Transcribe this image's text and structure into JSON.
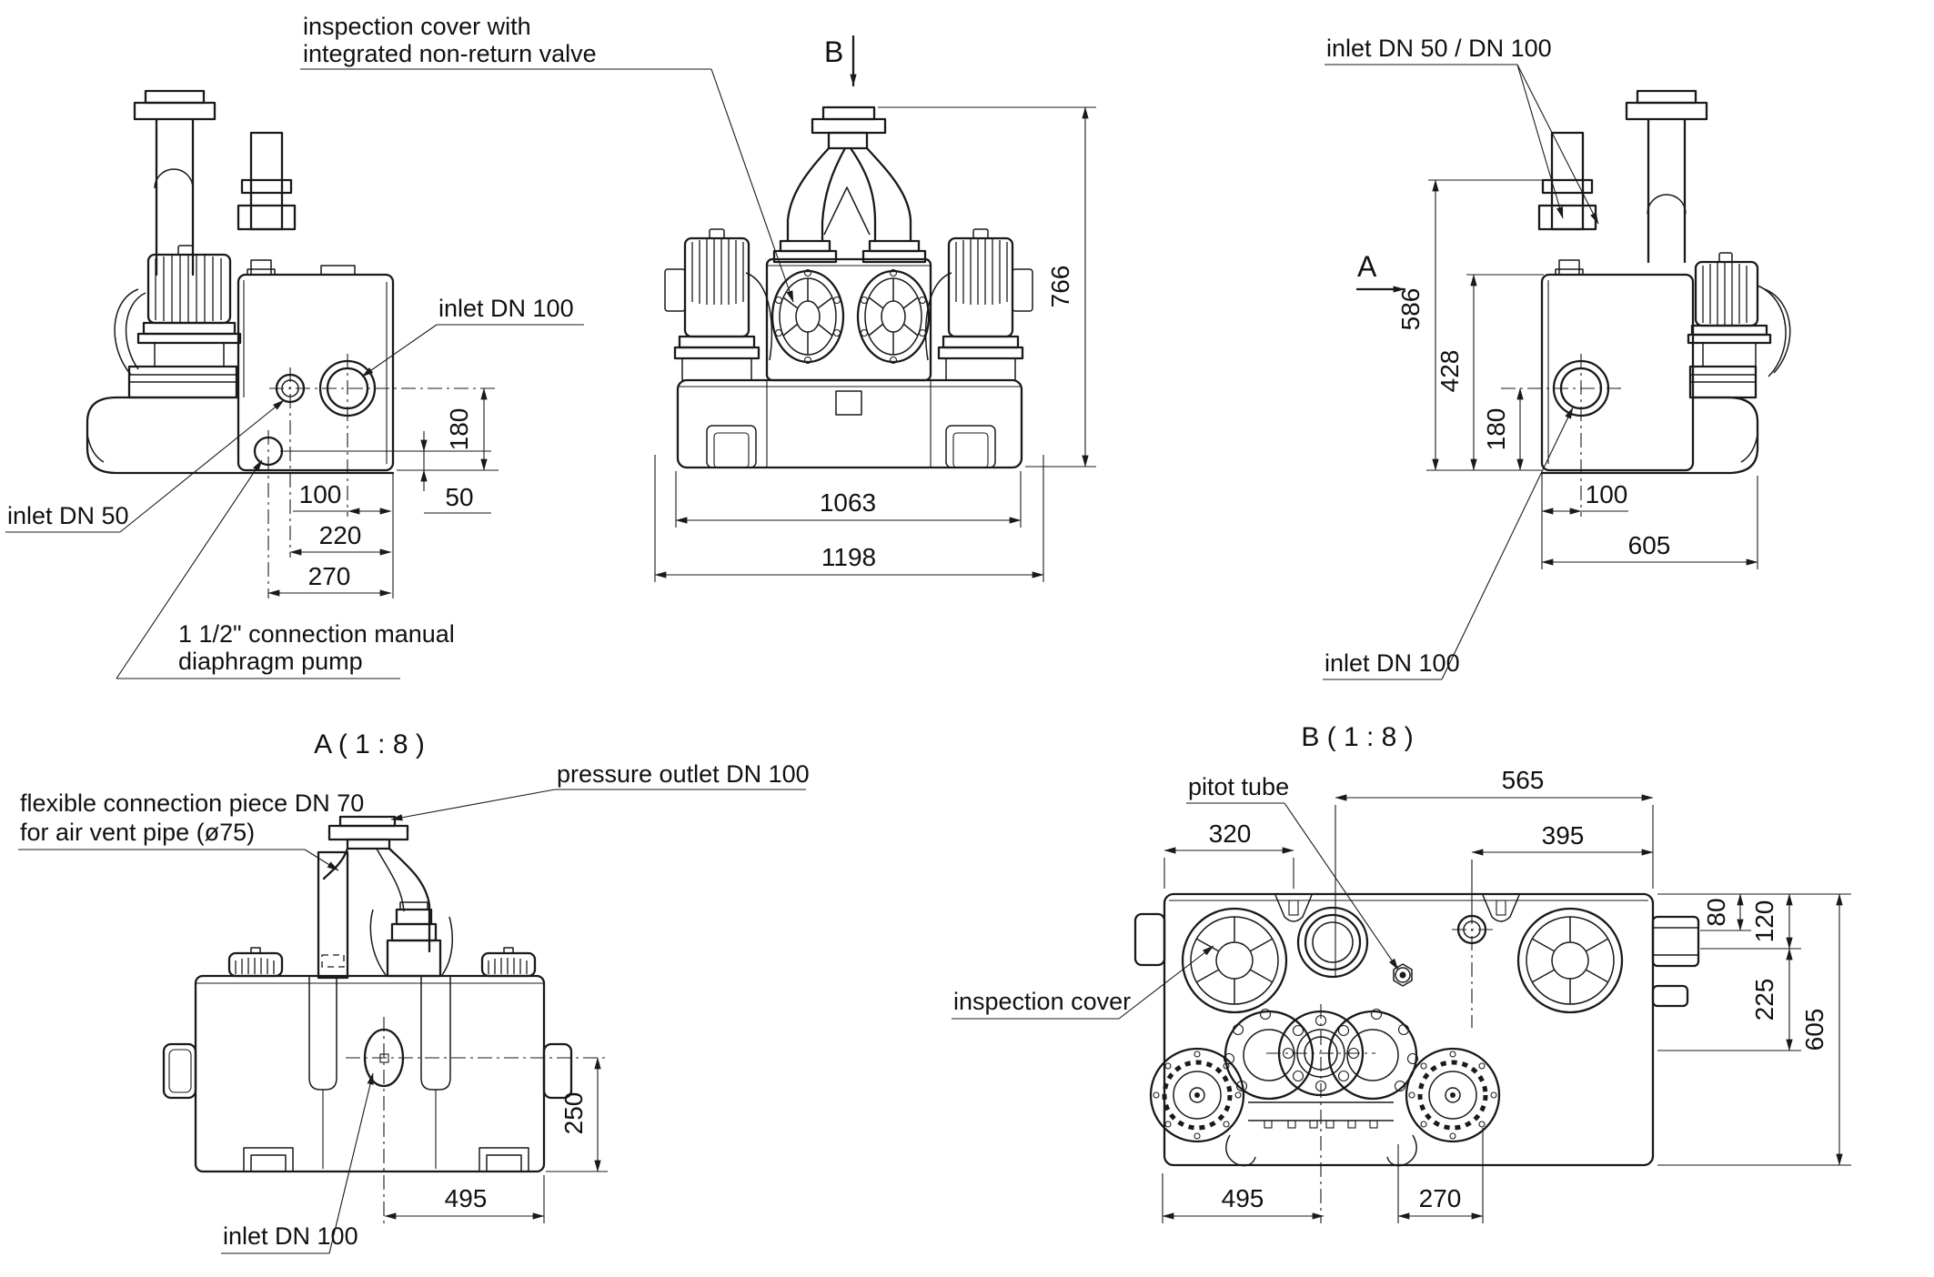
{
  "colors": {
    "line": "#1a1a1a",
    "background": "#ffffff"
  },
  "views": {
    "top_left": {
      "label_inlet_dn100": "inlet DN 100",
      "label_inlet_dn50": "inlet DN 50",
      "label_diaphragm_line1": "1 1/2\" connection manual",
      "label_diaphragm_line2": "diaphragm pump",
      "dim_180": "180",
      "dim_50": "50",
      "dim_100": "100",
      "dim_220": "220",
      "dim_270": "270"
    },
    "front": {
      "note_line1": "inspection cover with",
      "note_line2": "integrated non-return valve",
      "section_b": "B",
      "dim_766": "766",
      "dim_1063": "1063",
      "dim_1198": "1198"
    },
    "top_right": {
      "label_inlets": "inlet DN 50 / DN 100",
      "section_a": "A",
      "label_inlet_dn100": "inlet DN 100",
      "dim_586": "586",
      "dim_428": "428",
      "dim_180": "180",
      "dim_100": "100",
      "dim_605": "605"
    },
    "detail_a": {
      "title": "A ( 1 : 8 )",
      "label_pressure_outlet": "pressure outlet DN 100",
      "label_flex_line1": "flexible connection piece DN 70",
      "label_flex_line2": "for air vent pipe (ø75)",
      "label_inlet_dn100": "inlet DN 100",
      "dim_250": "250",
      "dim_495": "495"
    },
    "detail_b": {
      "title": "B ( 1 : 8 )",
      "label_pitot": "pitot tube",
      "label_inspection_cover": "inspection cover",
      "dim_565": "565",
      "dim_320": "320",
      "dim_395": "395",
      "dim_80": "80",
      "dim_120": "120",
      "dim_225": "225",
      "dim_605": "605",
      "dim_495": "495",
      "dim_270": "270"
    }
  }
}
